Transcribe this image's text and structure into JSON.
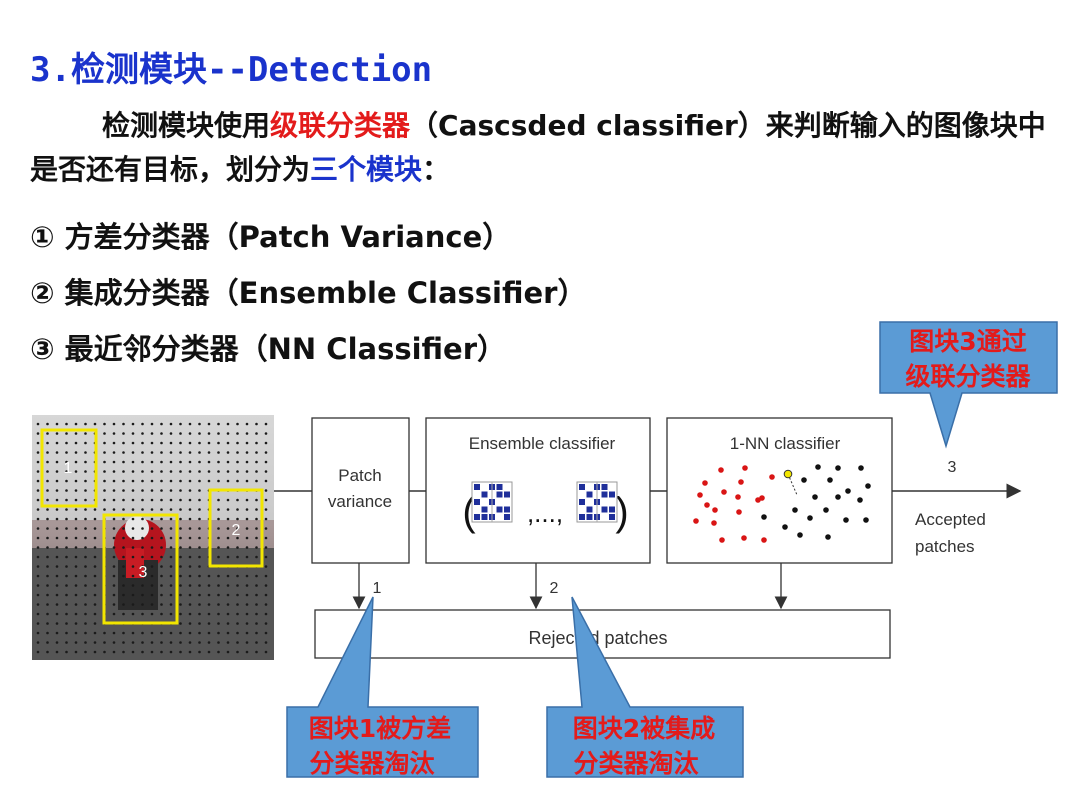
{
  "title": "3.检测模块--Detection",
  "intro": {
    "part1": "检测模块使用",
    "highlight1": "级联分类器",
    "part2": "（Cascsded classifier）来判断输入的图像块中是否还有目标，划分为",
    "highlight2": "三个模块",
    "part3": "："
  },
  "modules": [
    "① 方差分类器（Patch Variance）",
    "② 集成分类器（Ensemble Classifier）",
    "③ 最近邻分类器（NN Classifier）"
  ],
  "diagram": {
    "patch_labels": [
      "1",
      "2",
      "3"
    ],
    "patch_variance": [
      "Patch",
      "variance"
    ],
    "ensemble_title": "Ensemble classifier",
    "ensemble_formula": {
      "open": "(",
      "dots": ",...,",
      "close": ")"
    },
    "nn_title": "1-NN classifier",
    "reject_labels": [
      "1",
      "2"
    ],
    "accepted_label": "3",
    "accepted_text": [
      "Accepted",
      "patches"
    ],
    "rejected_text": "Rejected patches"
  },
  "callouts": {
    "accept": [
      "图块3通过",
      "级联分类器"
    ],
    "reject1": [
      "图块1被方差",
      "分类器淘汰"
    ],
    "reject2": [
      "图块2被集成",
      "分类器淘汰"
    ]
  },
  "colors": {
    "title_blue": "#1a33cc",
    "highlight_red": "#e31b1b",
    "callout_fill": "#5b9bd5",
    "patch_yellow": "#f2e600",
    "nn_red": "#d91515",
    "nn_black": "#111111"
  }
}
